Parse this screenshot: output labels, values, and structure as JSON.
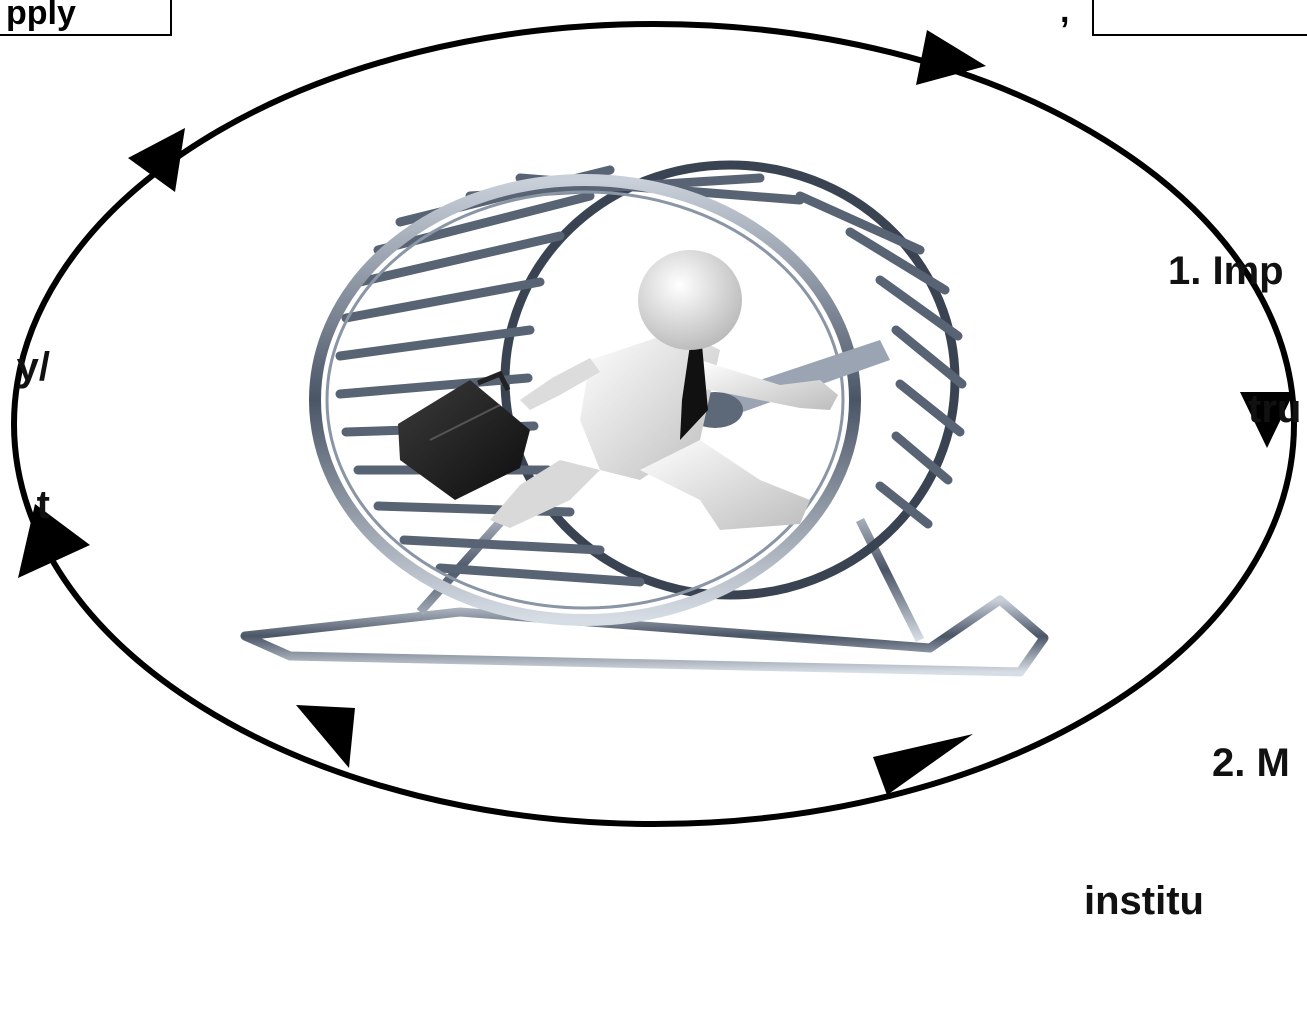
{
  "top_left_box": {
    "text": "pply"
  },
  "top_right_box": {
    "text": ""
  },
  "stray_mark": {
    "text": ","
  },
  "left_label": {
    "lines": [
      "y/",
      "t"
    ]
  },
  "right_label_1": {
    "lines": [
      "1. Imp",
      "tru"
    ]
  },
  "right_label_2": {
    "lines": [
      "2. M",
      "institu"
    ]
  },
  "cycle": {
    "direction": "clockwise",
    "arrow_count": 6
  },
  "illustration": {
    "subject": "businessman-in-hamster-wheel"
  },
  "colors": {
    "line": "#000000",
    "wheel_steel": "#6f7a8a",
    "figure": "#eeeeee",
    "briefcase": "#1b1b1b",
    "tie": "#111111",
    "background": "#ffffff"
  }
}
